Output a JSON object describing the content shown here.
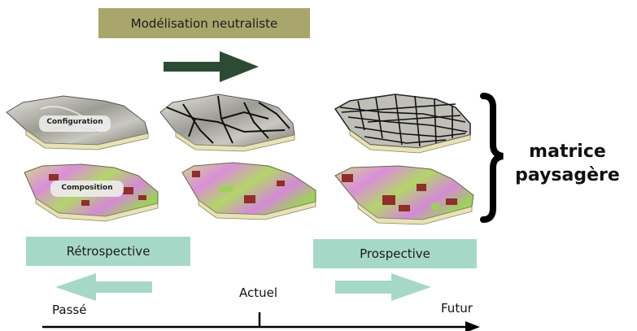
{
  "title": "Modélisation neutraliste",
  "map_labels": {
    "configuration": "Configuration",
    "composition": "Composition"
  },
  "brace_label_line1": "matrice",
  "brace_label_line2": "paysagère",
  "boxes": {
    "retrospective": "Rétrospective",
    "prospective": "Prospective"
  },
  "timeline": {
    "past": "Passé",
    "present": "Actuel",
    "future": "Futur"
  },
  "colors": {
    "title_box": "#a8a66b",
    "green_box": "#a6d8c8",
    "dark_arrow": "#2d4a35",
    "light_arrow": "#a6d8c8",
    "composition_pink": "#d98fd8",
    "composition_green": "#9fcf5e",
    "composition_red": "#8f2f2a"
  }
}
